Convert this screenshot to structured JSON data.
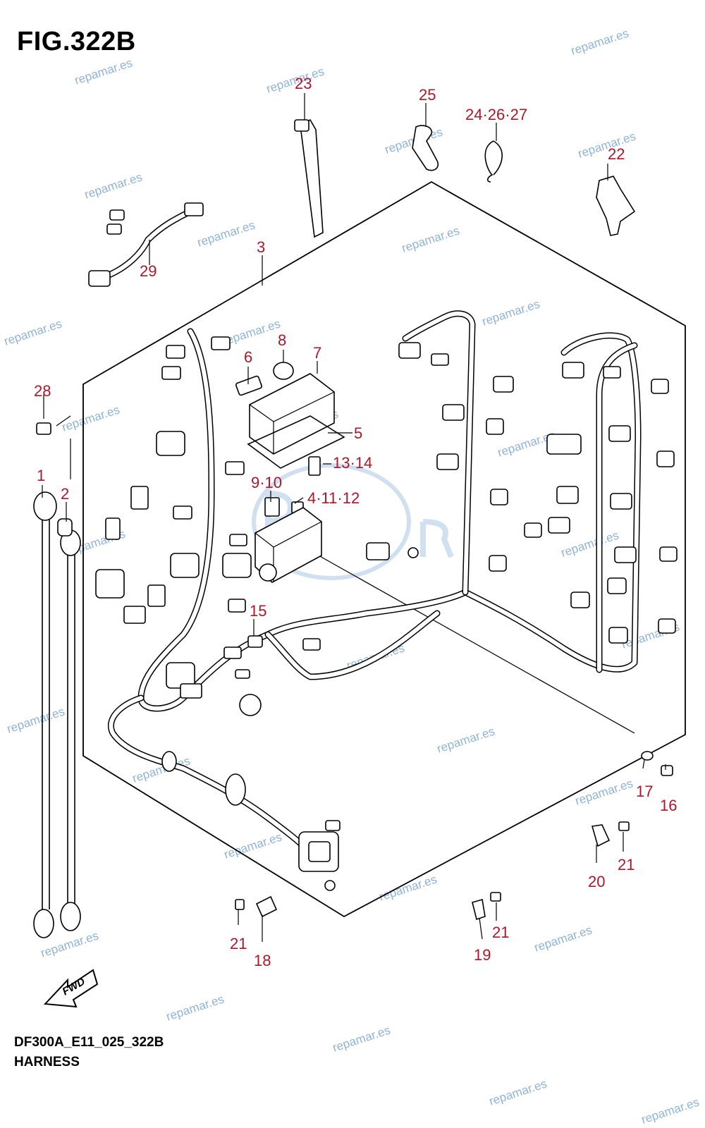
{
  "figure": {
    "title": "FIG.322B",
    "code": "DF300A_E11_025_322B",
    "name": "HARNESS"
  },
  "direction_label": "FWD",
  "callout_color": "#a8192a",
  "watermark_color": "#8fb3d9",
  "callouts": {
    "c1": "1",
    "c2": "2",
    "c3": "3",
    "c5": "5",
    "c6": "6",
    "c7": "7",
    "c8": "8",
    "c9_10": "9·10",
    "c4_11_12": "4·11·12",
    "c13_14": "13·14",
    "c15": "15",
    "c16": "16",
    "c17": "17",
    "c18": "18",
    "c19": "19",
    "c20": "20",
    "c21a": "21",
    "c21b": "21",
    "c21c": "21",
    "c22": "22",
    "c23": "23",
    "c24_26_27": "24·26·27",
    "c25": "25",
    "c28": "28",
    "c29": "29"
  },
  "watermark_text": "repamar.es"
}
